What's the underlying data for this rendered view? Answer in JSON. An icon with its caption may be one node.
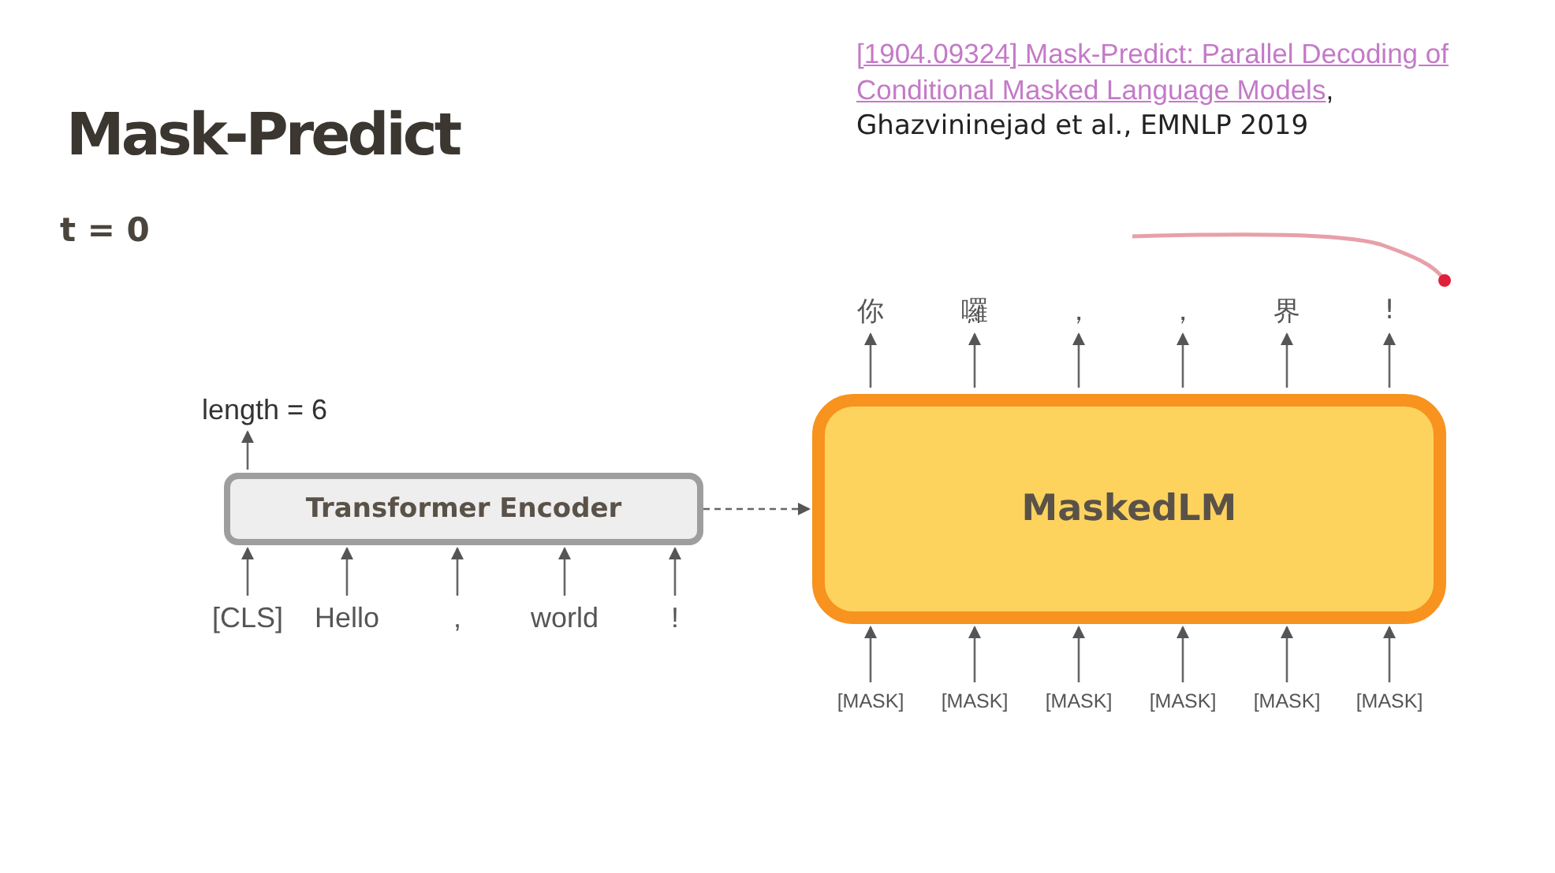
{
  "diagram": {
    "title": "Mask-Predict",
    "nodes": [
      {
        "text": [
          "Transformer Encoder"
        ]
      },
      {
        "text": [
          "MaskedLM"
        ]
      },
      {
        "text": [
          "[CLS]"
        ]
      },
      {
        "text": [
          "Hello"
        ]
      },
      {
        "text": [
          ","
        ]
      },
      {
        "text": [
          "world"
        ]
      },
      {
        "text": [
          "!"
        ]
      },
      {
        "text": [
          "length = 6"
        ]
      },
      {
        "text": [
          "[MASK]"
        ]
      },
      {
        "text": [
          "[MASK]"
        ]
      },
      {
        "text": [
          "[MASK]"
        ]
      },
      {
        "text": [
          "[MASK]"
        ]
      },
      {
        "text": [
          "[MASK]"
        ]
      },
      {
        "text": [
          "[MASK]"
        ]
      },
      {
        "text": [
          "你"
        ]
      },
      {
        "text": [
          "囉"
        ]
      },
      {
        "text": [
          "，"
        ]
      },
      {
        "text": [
          "，"
        ]
      },
      {
        "text": [
          "界"
        ]
      },
      {
        "text": [
          "!"
        ]
      }
    ],
    "edges": [
      {
        "from": 2,
        "to": 0,
        "arrow": "to"
      },
      {
        "from": 3,
        "to": 0,
        "arrow": "to"
      },
      {
        "from": 4,
        "to": 0,
        "arrow": "to"
      },
      {
        "from": 5,
        "to": 0,
        "arrow": "to"
      },
      {
        "from": 6,
        "to": 0,
        "arrow": "to"
      },
      {
        "from": 0,
        "to": 7,
        "arrow": "to"
      },
      {
        "from": 0,
        "to": 1,
        "arrow": "to",
        "style": "dashed"
      },
      {
        "from": 8,
        "to": 1,
        "arrow": "to"
      },
      {
        "from": 9,
        "to": 1,
        "arrow": "to"
      },
      {
        "from": 10,
        "to": 1,
        "arrow": "to"
      },
      {
        "from": 11,
        "to": 1,
        "arrow": "to"
      },
      {
        "from": 12,
        "to": 1,
        "arrow": "to"
      },
      {
        "from": 13,
        "to": 1,
        "arrow": "to"
      },
      {
        "from": 1,
        "to": 14,
        "arrow": "to"
      },
      {
        "from": 1,
        "to": 15,
        "arrow": "to"
      },
      {
        "from": 1,
        "to": 16,
        "arrow": "to"
      },
      {
        "from": 1,
        "to": 17,
        "arrow": "to"
      },
      {
        "from": 1,
        "to": 18,
        "arrow": "to"
      },
      {
        "from": 1,
        "to": 19,
        "arrow": "to"
      }
    ],
    "labels": [
      "[1904.09324] Mask-Predict: Parallel Decoding of Conditional Masked Language Models",
      ",",
      "Ghazvininejad et al., EMNLP 2019",
      "t = 0"
    ]
  }
}
